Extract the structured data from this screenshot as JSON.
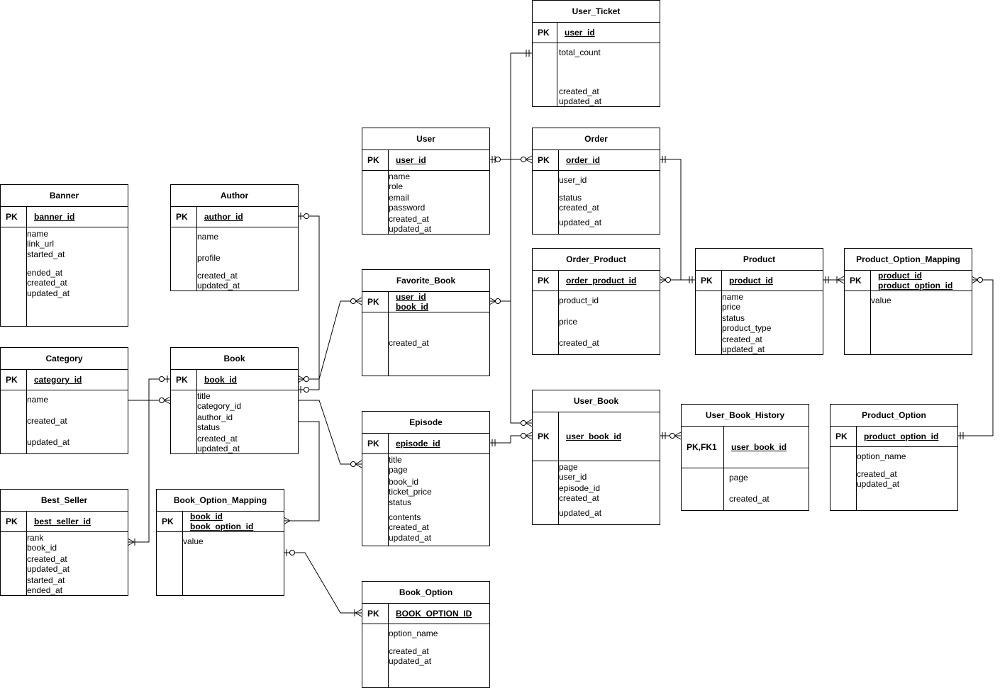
{
  "entities": {
    "user_ticket": {
      "title": "User_Ticket",
      "pk_label": "PK",
      "keys": [
        "user_id"
      ],
      "attributes": [
        "total_count",
        "created_at",
        "updated_at"
      ]
    },
    "user": {
      "title": "User",
      "pk_label": "PK",
      "keys": [
        "user_id"
      ],
      "attributes": [
        "name",
        "role",
        "email",
        "password",
        "created_at",
        "updated_at"
      ]
    },
    "order": {
      "title": "Order",
      "pk_label": "PK",
      "keys": [
        "order_id"
      ],
      "attributes": [
        "user_id",
        "status",
        "created_at",
        "updated_at"
      ]
    },
    "banner": {
      "title": "Banner",
      "pk_label": "PK",
      "keys": [
        "banner_id"
      ],
      "attributes": [
        "name",
        "link_url",
        "started_at",
        "ended_at",
        "created_at",
        "updated_at"
      ]
    },
    "author": {
      "title": "Author",
      "pk_label": "PK",
      "keys": [
        "author_id"
      ],
      "attributes": [
        "name",
        "profile",
        "created_at",
        "updated_at"
      ]
    },
    "favorite_book": {
      "title": "Favorite_Book",
      "pk_label": "PK",
      "keys": [
        "user_id",
        "book_id"
      ],
      "attributes": [
        "created_at"
      ]
    },
    "order_product": {
      "title": "Order_Product",
      "pk_label": "PK",
      "keys": [
        "order_product_id"
      ],
      "attributes": [
        "product_id",
        "price",
        "created_at"
      ]
    },
    "product": {
      "title": "Product",
      "pk_label": "PK",
      "keys": [
        "product_id"
      ],
      "attributes": [
        "name",
        "price",
        "status",
        "product_type",
        "created_at",
        "updated_at"
      ]
    },
    "product_option_mapping": {
      "title": "Product_Option_Mapping",
      "pk_label": "PK",
      "keys": [
        "product_id",
        "product_option_id"
      ],
      "attributes": [
        "value"
      ]
    },
    "category": {
      "title": "Category",
      "pk_label": "PK",
      "keys": [
        "category_id"
      ],
      "attributes": [
        "name",
        "created_at",
        "updated_at"
      ]
    },
    "book": {
      "title": "Book",
      "pk_label": "PK",
      "keys": [
        "book_id"
      ],
      "attributes": [
        "title",
        "category_id",
        "author_id",
        "status",
        "created_at",
        "updated_at"
      ]
    },
    "episode": {
      "title": "Episode",
      "pk_label": "PK",
      "keys": [
        "episode_id"
      ],
      "attributes": [
        "title",
        "page",
        "book_id",
        "ticket_price",
        "status",
        "contents",
        "created_at",
        "updated_at"
      ]
    },
    "user_book": {
      "title": "User_Book",
      "pk_label": "PK",
      "keys": [
        "user_book_id"
      ],
      "attributes": [
        "page",
        "user_id",
        "episode_id",
        "created_at",
        "updated_at"
      ]
    },
    "user_book_history": {
      "title": "User_Book_History",
      "pk_label": "PK,FK1",
      "keys": [
        "user_book_id"
      ],
      "attributes": [
        "page",
        "created_at"
      ]
    },
    "product_option": {
      "title": "Product_Option",
      "pk_label": "PK",
      "keys": [
        "product_option_id"
      ],
      "attributes": [
        "option_name",
        "created_at",
        "updated_at"
      ]
    },
    "best_seller": {
      "title": "Best_Seller",
      "pk_label": "PK",
      "keys": [
        "best_seller_id"
      ],
      "attributes": [
        "rank",
        "book_id",
        "created_at",
        "updated_at",
        "started_at",
        "ended_at"
      ]
    },
    "book_option_mapping": {
      "title": "Book_Option_Mapping",
      "pk_label": "PK",
      "keys": [
        "book_id",
        "book_option_id"
      ],
      "attributes": [
        "value"
      ]
    },
    "book_option": {
      "title": "Book_Option",
      "pk_label": "PK",
      "keys": [
        "BOOK_OPTION_ID"
      ],
      "attributes": [
        "option_name",
        "created_at",
        "updated_at"
      ]
    }
  }
}
